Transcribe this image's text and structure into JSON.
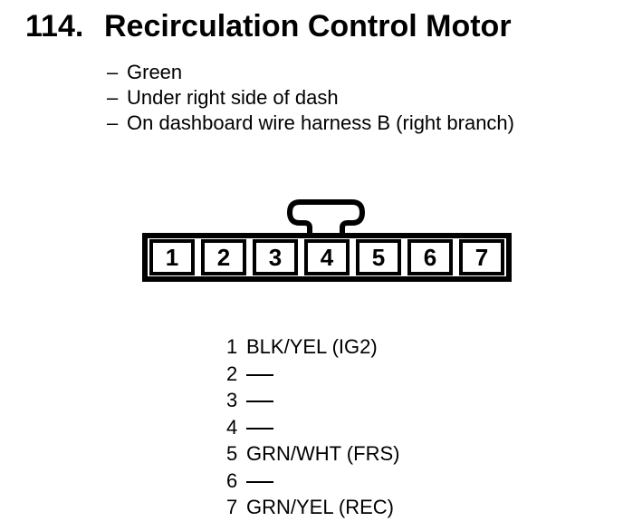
{
  "page": {
    "figure_number": "114.",
    "title": "Recirculation Control Motor"
  },
  "notes": {
    "bullet_char": "–",
    "items": [
      "Green",
      "Under right side of dash",
      "On dashboard wire harness B (right branch)"
    ]
  },
  "connector": {
    "cavities": [
      "1",
      "2",
      "3",
      "4",
      "5",
      "6",
      "7"
    ]
  },
  "pins": [
    {
      "num": "1",
      "wire": "BLK/YEL (IG2)"
    },
    {
      "num": "2",
      "wire": "—"
    },
    {
      "num": "3",
      "wire": "—"
    },
    {
      "num": "4",
      "wire": "—"
    },
    {
      "num": "5",
      "wire": "GRN/WHT (FRS)"
    },
    {
      "num": "6",
      "wire": "—"
    },
    {
      "num": "7",
      "wire": "GRN/YEL (REC)"
    }
  ],
  "colors": {
    "ink": "#000000",
    "paper": "#ffffff"
  }
}
